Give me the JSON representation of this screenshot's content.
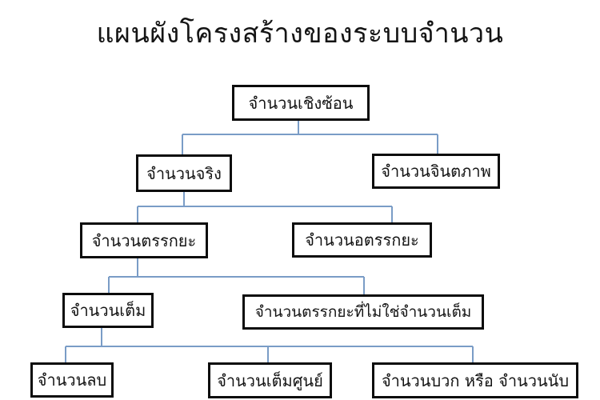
{
  "title": "แผนผังโครงสร้างของระบบจำนวน",
  "colors": {
    "connector": "#7a9cc6",
    "box_border": "#0c0c0c",
    "background": "#ffffff",
    "text": "#141414"
  },
  "nodes": [
    {
      "id": "complex",
      "label": "จำนวนเชิงซ้อน"
    },
    {
      "id": "real",
      "label": "จำนวนจริง"
    },
    {
      "id": "imaginary",
      "label": "จำนวนจินตภาพ"
    },
    {
      "id": "rational",
      "label": "จำนวนตรรกยะ"
    },
    {
      "id": "irrational",
      "label": "จำนวนอตรรกยะ"
    },
    {
      "id": "integer",
      "label": "จำนวนเต็ม"
    },
    {
      "id": "non_integer_rational",
      "label": "จำนวนตรรกยะที่ไม่ใช่จำนวนเต็ม"
    },
    {
      "id": "negative",
      "label": "จำนวนลบ"
    },
    {
      "id": "zero",
      "label": "จำนวนเต็มศูนย์"
    },
    {
      "id": "positive",
      "label": "จำนวนบวก หรือ จำนวนนับ"
    }
  ],
  "edges": [
    [
      "complex",
      "real"
    ],
    [
      "complex",
      "imaginary"
    ],
    [
      "real",
      "rational"
    ],
    [
      "real",
      "irrational"
    ],
    [
      "rational",
      "integer"
    ],
    [
      "rational",
      "non_integer_rational"
    ],
    [
      "integer",
      "negative"
    ],
    [
      "integer",
      "zero"
    ],
    [
      "integer",
      "positive"
    ]
  ]
}
